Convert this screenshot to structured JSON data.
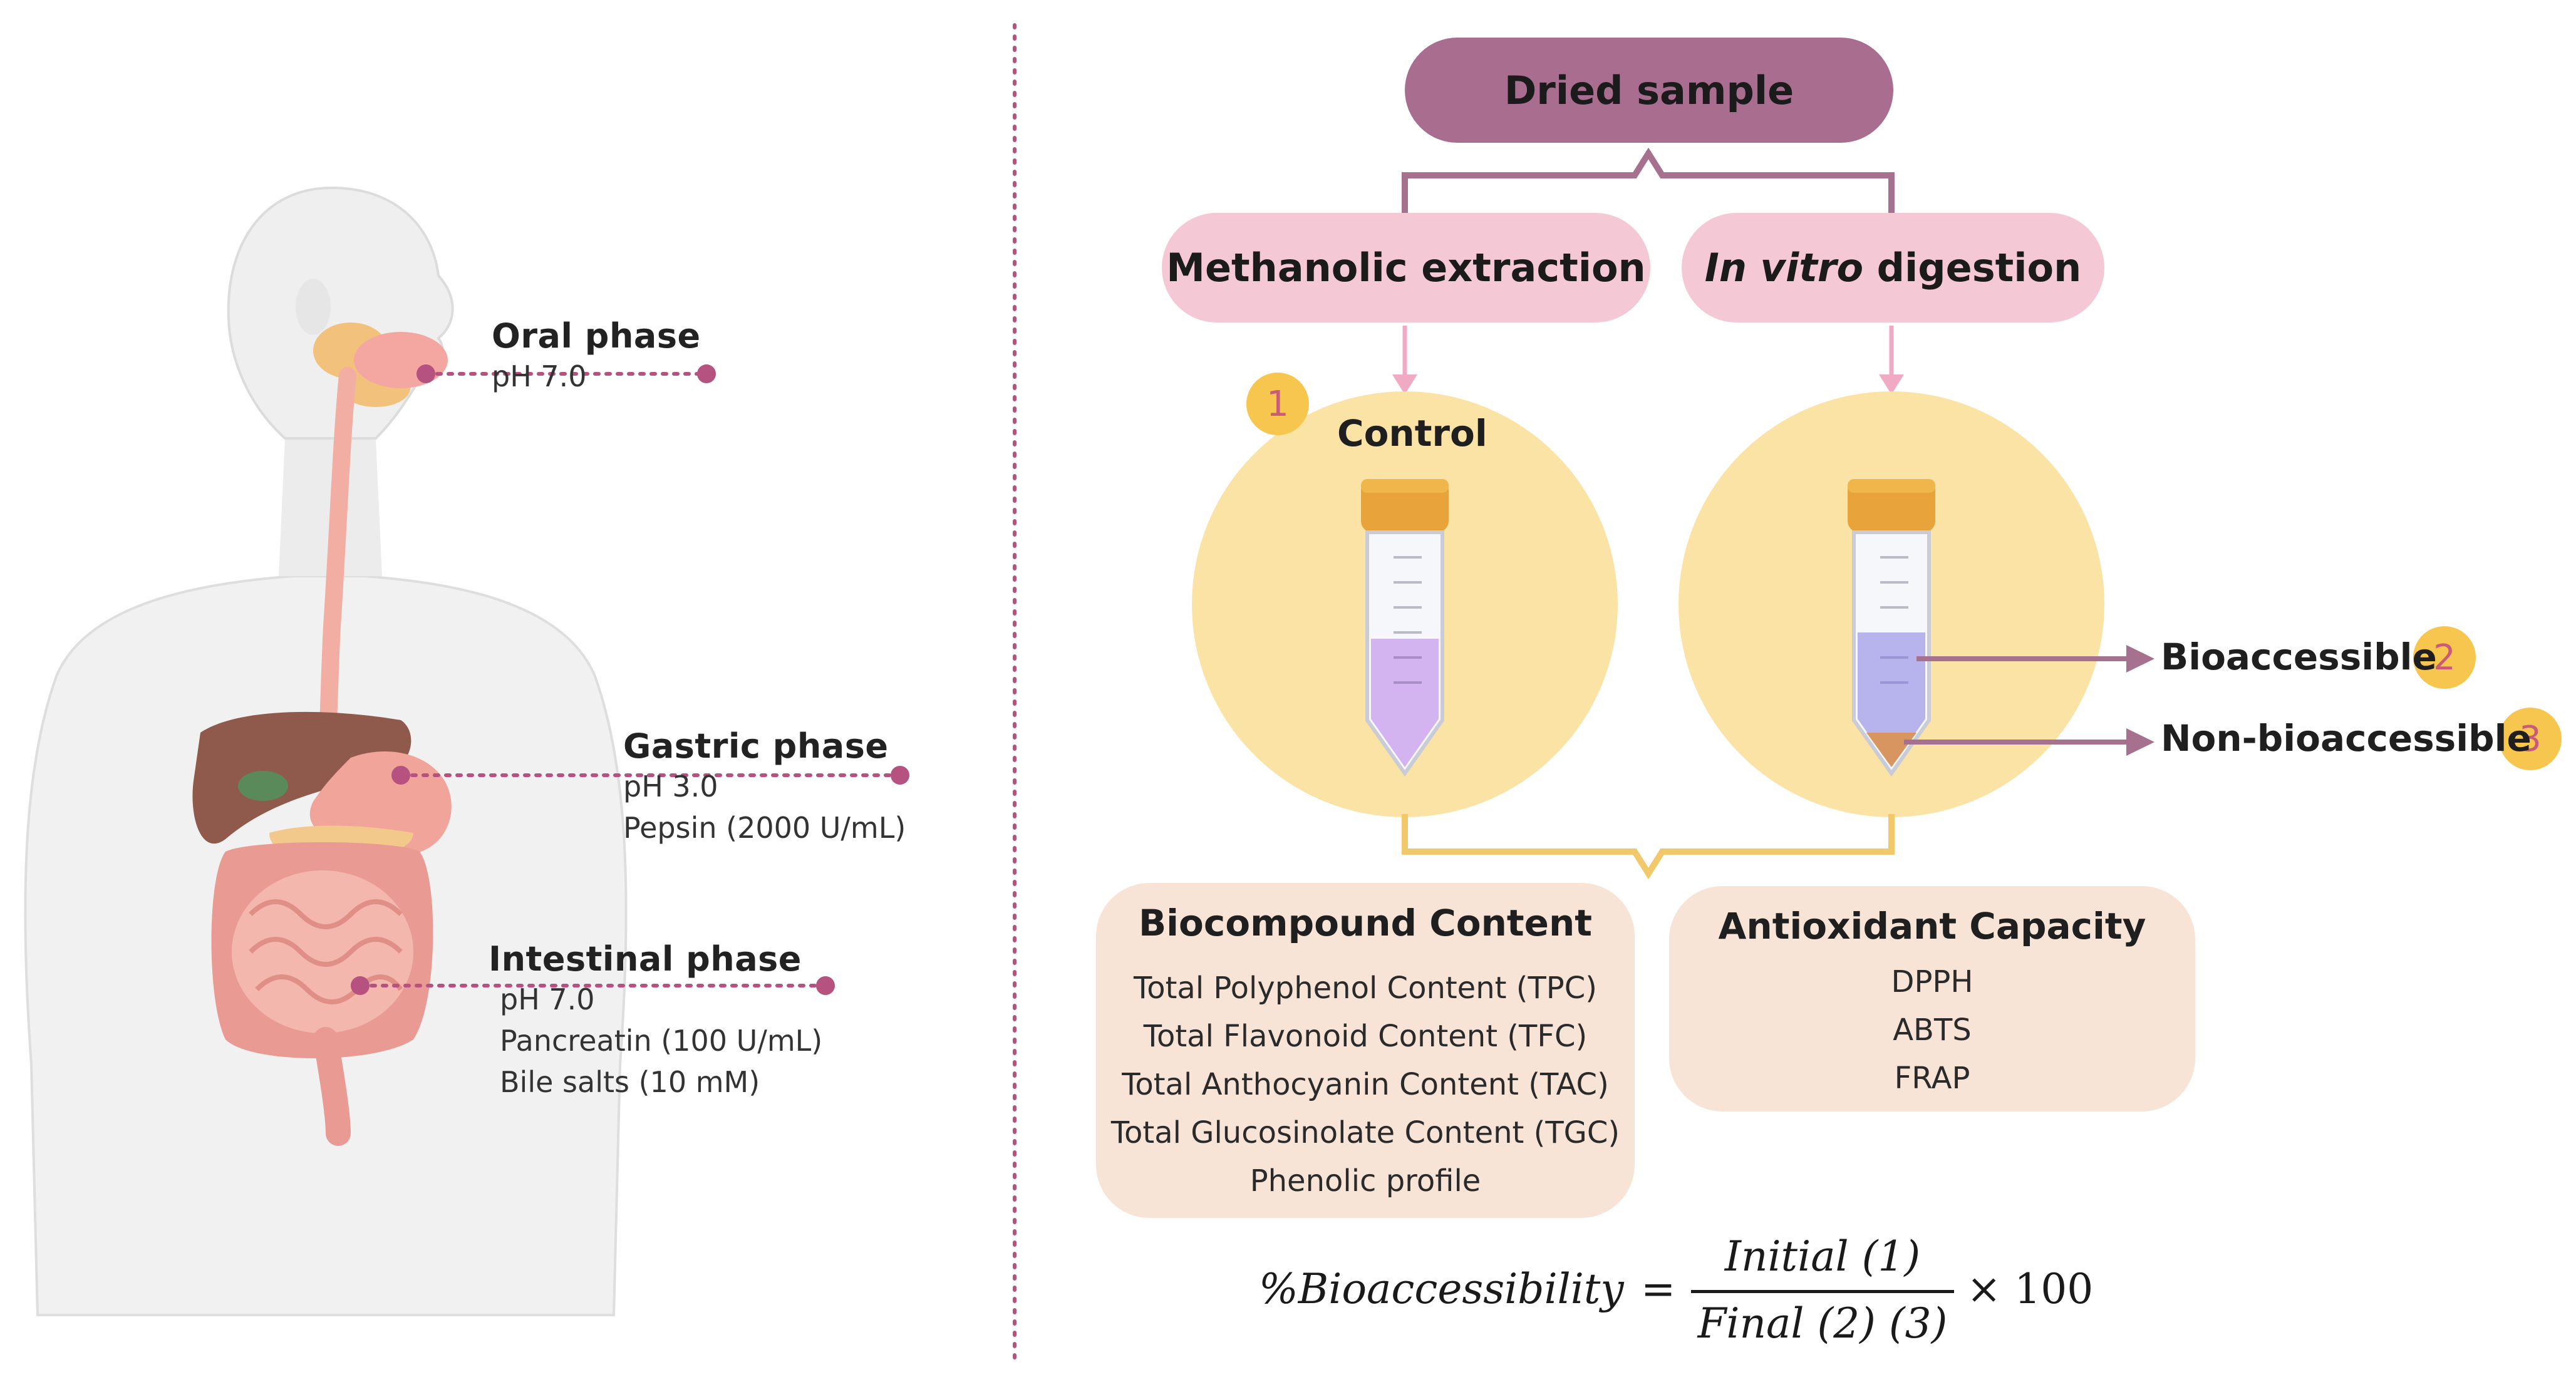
{
  "digestion": {
    "oral": {
      "title": "Oral phase",
      "lines": [
        "pH 7.0"
      ]
    },
    "gastric": {
      "title": "Gastric phase",
      "lines": [
        "pH 3.0",
        "Pepsin (2000 U/mL)"
      ]
    },
    "intestinal": {
      "title": "Intestinal phase",
      "lines": [
        "pH 7.0",
        "Pancreatin (100 U/mL)",
        "Bile salts (10 mM)"
      ]
    }
  },
  "flow": {
    "top": "Dried sample",
    "left_branch": "Methanolic extraction",
    "right_branch_italic": "In vitro",
    "right_branch_rest": " digestion",
    "control_label": "Control",
    "badge_1": "1",
    "badge_2": "2",
    "badge_3": "3",
    "bioaccessible": "Bioaccessible",
    "non_bioaccessible": "Non-bioaccessible"
  },
  "biocompound": {
    "title": "Biocompound Content",
    "items": [
      "Total Polyphenol Content (TPC)",
      "Total Flavonoid Content (TFC)",
      "Total Anthocyanin Content (TAC)",
      "Total Glucosinolate Content (TGC)",
      "Phenolic profile"
    ]
  },
  "antioxidant": {
    "title": "Antioxidant Capacity",
    "items": [
      "DPPH",
      "ABTS",
      "FRAP"
    ]
  },
  "formula": {
    "lhs": "%Bioaccessibility",
    "equals": "=",
    "numerator": "Initial (1)",
    "denominator": "Final (2) (3)",
    "times": "× 100"
  },
  "colors": {
    "dark_pill": "#a86d8f",
    "pink_pill": "#f5c8d6",
    "circle": "#fbe3a6",
    "panel": "#f7e4d6",
    "badge": "#f6c64f",
    "accent_dot": "#b5527f",
    "arrow": "#a5718f"
  }
}
